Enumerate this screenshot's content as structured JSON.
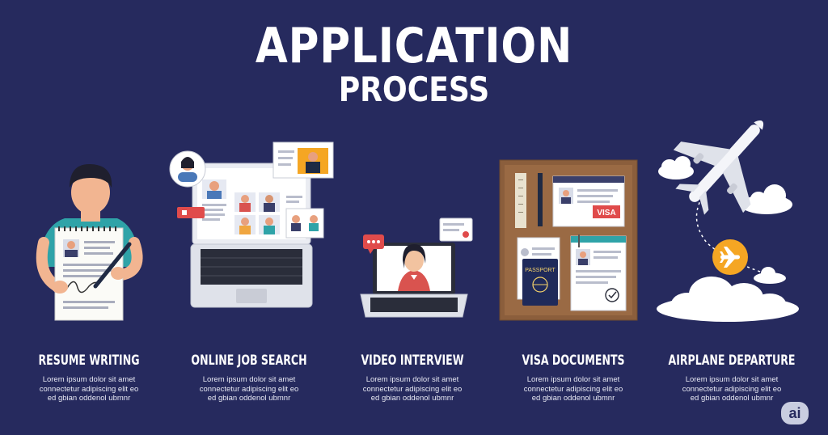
{
  "header": {
    "title": "APPLICATION",
    "subtitle": "PROCESS"
  },
  "steps": [
    {
      "label": "RESUME WRITING",
      "desc": [
        "Lorem ipsum dolor sit amet",
        "connectetur adipiscing elit eo",
        "ed gbian oddenol ubmnr"
      ]
    },
    {
      "label": "ONLINE JOB SEARCH",
      "desc": [
        "Lorem ipsum dolor sit amet",
        "connectetur adipiscing elit eo",
        "ed gbian oddenol ubmnr"
      ]
    },
    {
      "label": "VIDEO INTERVIEW",
      "desc": [
        "Lorem ipsum dolor sit amet",
        "connectetur adipiscing elit eo",
        "ed gbian oddenol ubmnr"
      ]
    },
    {
      "label": "VISA DOCUMENTS",
      "desc": [
        "Lorem ipsum dolor sit amet",
        "connectetur adipiscing elit eo",
        "ed gbian oddenol ubmnr"
      ]
    },
    {
      "label": "AIRPLANE DEPARTURE",
      "desc": [
        "Lorem ipsum dolor sit amet",
        "connectetur adipiscing elit eo",
        "ed gbian oddenol ubmnr"
      ]
    }
  ],
  "illustration_labels": {
    "visa": "VISA",
    "passport": "PASSPORT"
  },
  "badge": "ai",
  "colors": {
    "background": "#262a5e",
    "accent_orange": "#f5a623",
    "accent_red": "#e04b4b",
    "board_brown": "#8b5e3c"
  }
}
